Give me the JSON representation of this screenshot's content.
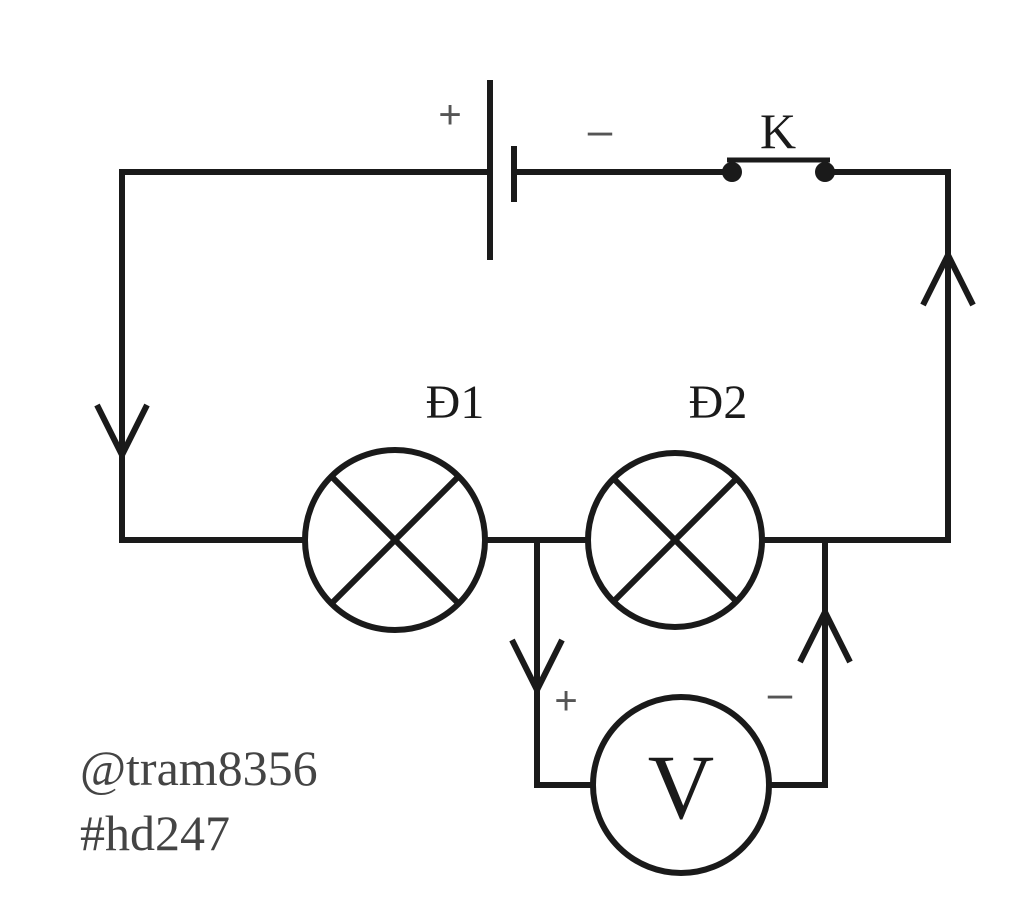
{
  "diagram": {
    "battery": {
      "plus_sign": "+",
      "minus_sign": "–"
    },
    "switch": {
      "label": "K"
    },
    "lamps": [
      {
        "label": "Đ1"
      },
      {
        "label": "Đ2"
      }
    ],
    "voltmeter": {
      "label": "V",
      "plus_sign": "+",
      "minus_sign": "–"
    },
    "watermark": {
      "line1": "@tram8356",
      "line2": "#hd247"
    }
  }
}
